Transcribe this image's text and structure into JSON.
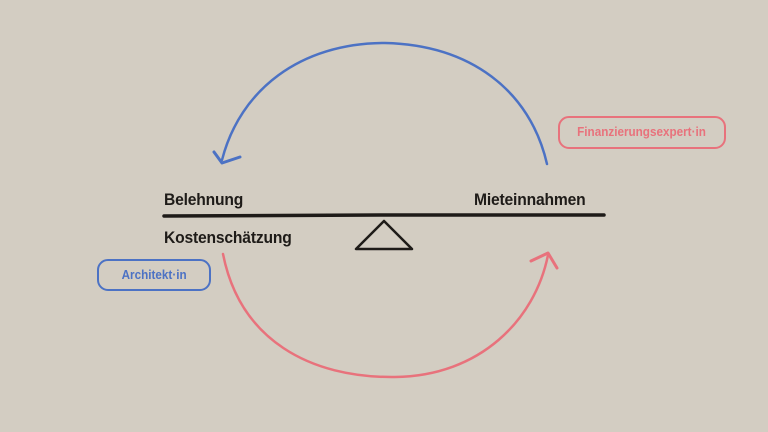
{
  "diagram": {
    "colors": {
      "background": "#d3cdc2",
      "text": "#1e1b18",
      "blue": "#4c72c4",
      "red": "#e8727c"
    },
    "scale": {
      "beam_left_top": "Belehnung",
      "beam_left_bottom": "Kostenschätzung",
      "beam_right_top": "Mieteinnahmen",
      "fulcrum_icon": "triangle-fulcrum-icon"
    },
    "roles": {
      "architect": "Architekt·in",
      "finance_expert": "Finanzierungsexpert·in"
    },
    "arrows": [
      {
        "name": "blue-arrow",
        "from": "Mieteinnahmen",
        "to": "Belehnung",
        "color": "blue"
      },
      {
        "name": "red-arrow",
        "from": "Kostenschätzung",
        "to": "Mieteinnahmen",
        "color": "red"
      }
    ]
  }
}
